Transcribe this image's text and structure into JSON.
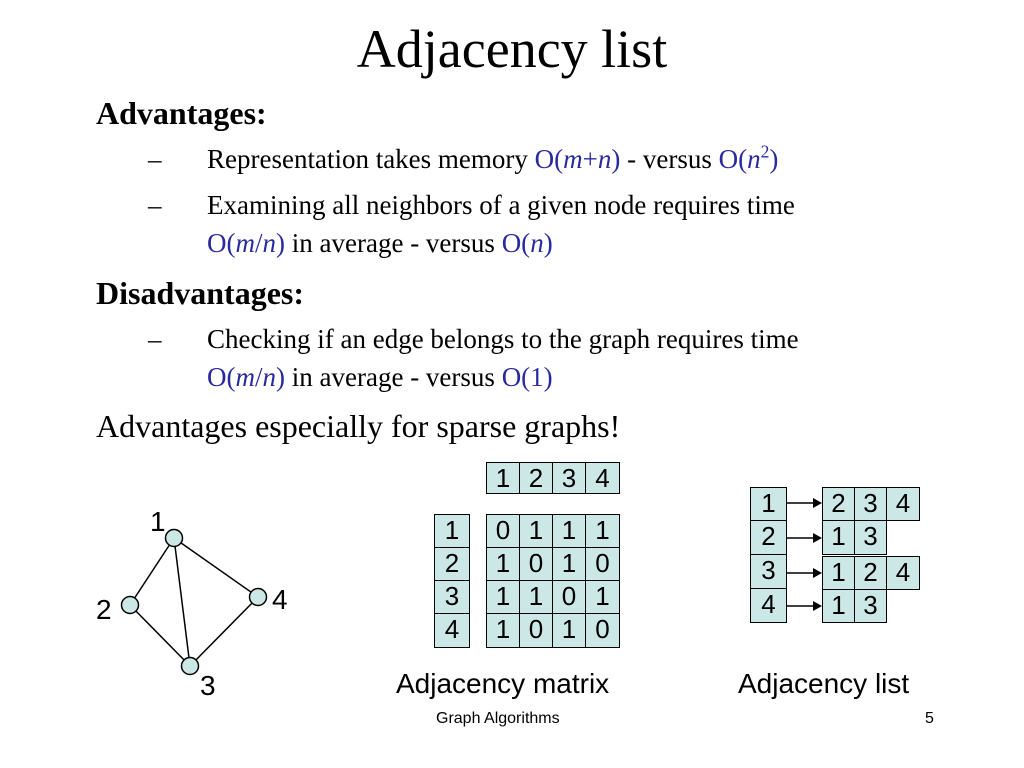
{
  "title": "Adjacency list",
  "advantages": {
    "heading": "Advantages:",
    "items": [
      {
        "dash": "–",
        "lines": [
          [
            {
              "t": "Representation takes memory ",
              "c": "black",
              "i": false
            },
            {
              "t": "O(",
              "c": "blue",
              "i": false
            },
            {
              "t": "m",
              "c": "blue",
              "i": true
            },
            {
              "t": "+",
              "c": "blue",
              "i": false
            },
            {
              "t": "n",
              "c": "blue",
              "i": true
            },
            {
              "t": ")",
              "c": "blue",
              "i": false
            },
            {
              "t": " - versus ",
              "c": "black",
              "i": false
            },
            {
              "t": "O(",
              "c": "blue",
              "i": false
            },
            {
              "t": "n",
              "c": "blue",
              "i": true
            },
            {
              "t": "2",
              "c": "blue",
              "i": false,
              "sup": true
            },
            {
              "t": ")",
              "c": "blue",
              "i": false
            }
          ]
        ]
      },
      {
        "dash": "–",
        "lines": [
          [
            {
              "t": "Examining all neighbors of a given node requires time",
              "c": "black",
              "i": false
            }
          ],
          [
            {
              "t": "O(",
              "c": "blue",
              "i": false
            },
            {
              "t": "m",
              "c": "blue",
              "i": true
            },
            {
              "t": "/",
              "c": "blue",
              "i": false
            },
            {
              "t": "n",
              "c": "blue",
              "i": true
            },
            {
              "t": ")",
              "c": "blue",
              "i": false
            },
            {
              "t": " in average - versus ",
              "c": "black",
              "i": false
            },
            {
              "t": "O(",
              "c": "blue",
              "i": false
            },
            {
              "t": "n",
              "c": "blue",
              "i": true
            },
            {
              "t": ")",
              "c": "blue",
              "i": false
            }
          ]
        ]
      }
    ]
  },
  "disadvantages": {
    "heading": "Disadvantages:",
    "items": [
      {
        "dash": "–",
        "lines": [
          [
            {
              "t": "Checking if an edge belongs to the graph requires time",
              "c": "black",
              "i": false
            }
          ],
          [
            {
              "t": "O(",
              "c": "blue",
              "i": false
            },
            {
              "t": "m",
              "c": "blue",
              "i": true
            },
            {
              "t": "/",
              "c": "blue",
              "i": false
            },
            {
              "t": "n",
              "c": "blue",
              "i": true
            },
            {
              "t": ")",
              "c": "blue",
              "i": false
            },
            {
              "t": " in average - versus ",
              "c": "black",
              "i": false
            },
            {
              "t": "O(1)",
              "c": "blue",
              "i": false
            }
          ]
        ]
      }
    ]
  },
  "conclusion": "Advantages especially for sparse graphs!",
  "graph": {
    "node_labels": [
      "1",
      "2",
      "3",
      "4"
    ],
    "edges": [
      [
        "1",
        "2"
      ],
      [
        "1",
        "3"
      ],
      [
        "1",
        "4"
      ],
      [
        "2",
        "3"
      ],
      [
        "3",
        "4"
      ]
    ],
    "node_color": "#cce8e6"
  },
  "matrix": {
    "column_headers": [
      "1",
      "2",
      "3",
      "4"
    ],
    "row_headers": [
      "1",
      "2",
      "3",
      "4"
    ],
    "rows": [
      [
        "0",
        "1",
        "1",
        "1"
      ],
      [
        "1",
        "0",
        "1",
        "0"
      ],
      [
        "1",
        "1",
        "0",
        "1"
      ],
      [
        "1",
        "0",
        "1",
        "0"
      ]
    ],
    "caption": "Adjacency matrix"
  },
  "adj_list": {
    "nodes": [
      "1",
      "2",
      "3",
      "4"
    ],
    "lists": [
      [
        "2",
        "3",
        "4"
      ],
      [
        "1",
        "3"
      ],
      [
        "1",
        "2",
        "4"
      ],
      [
        "1",
        "3"
      ]
    ],
    "caption": "Adjacency list"
  },
  "footer": {
    "text": "Graph Algorithms",
    "page": "5"
  },
  "colors": {
    "math_blue": "#2a2aa0",
    "cell_fill": "#cce8e6"
  }
}
